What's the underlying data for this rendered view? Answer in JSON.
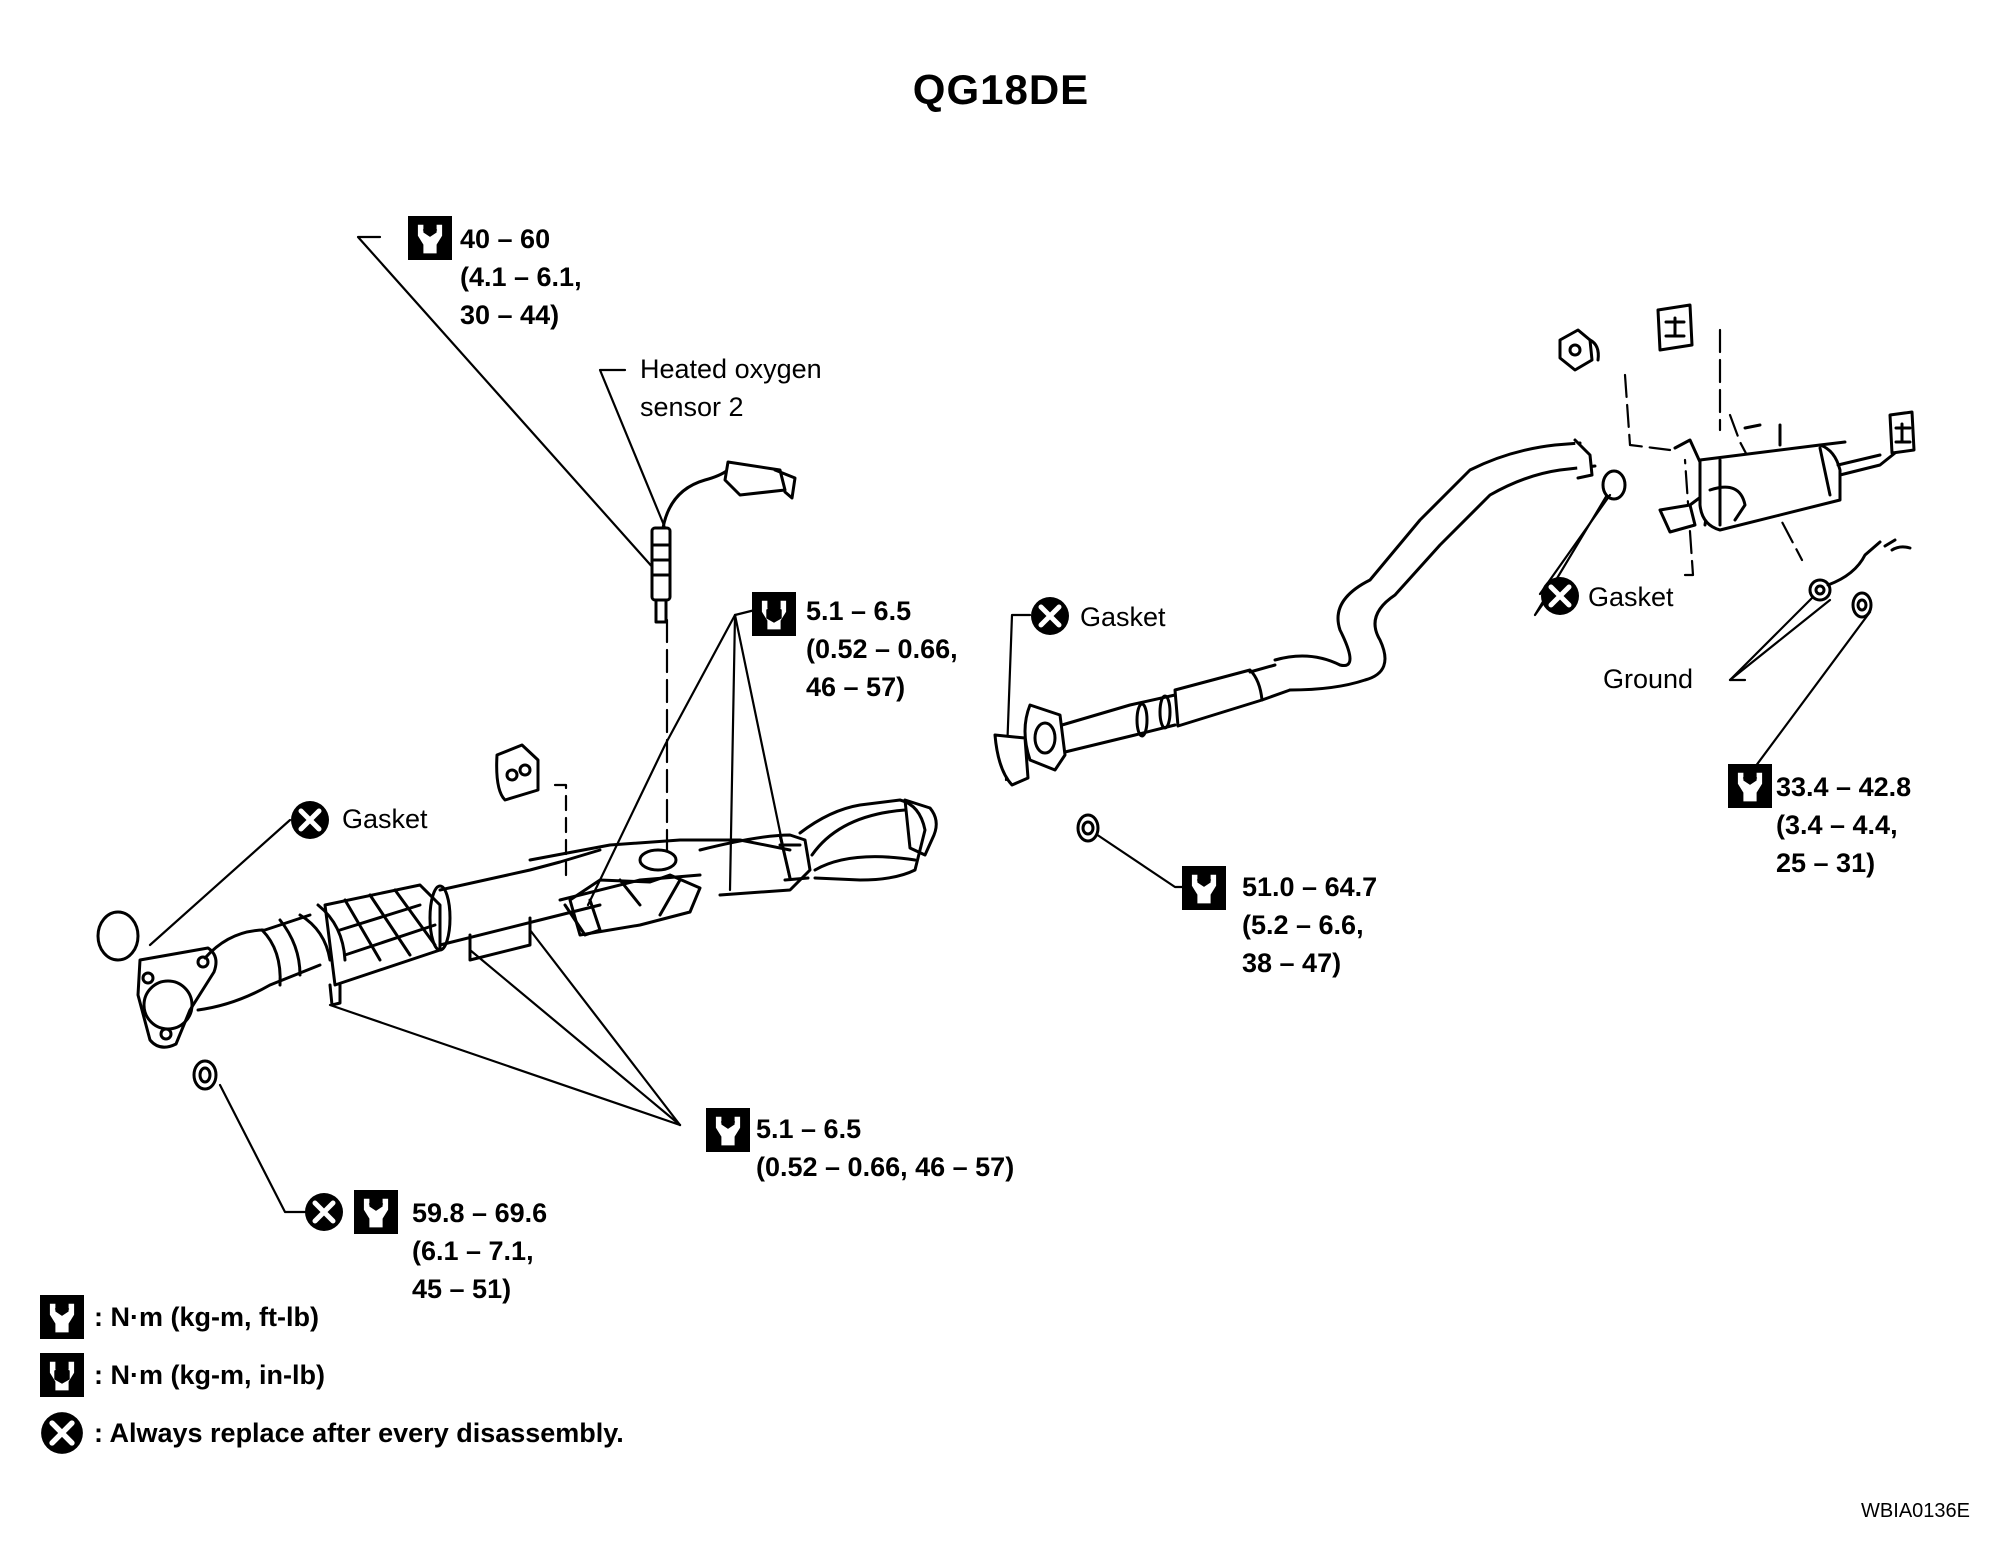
{
  "title": "QG18DE",
  "labels": {
    "sensor_torque": [
      "40 – 60",
      "(4.1 – 6.1,",
      "30 – 44)"
    ],
    "sensor_name": [
      "Heated oxygen",
      "sensor 2"
    ],
    "bracket_torque_top": [
      "5.1 – 6.5",
      "(0.52 – 0.66,",
      " 46 – 57)"
    ],
    "gasket": "Gasket",
    "bracket_torque_bottom": [
      "5.1 – 6.5",
      "(0.52 – 0.66, 46 – 57)"
    ],
    "front_nut_torque": [
      "59.8 – 69.6",
      "(6.1 – 7.1,",
      "45 – 51)"
    ],
    "center_nut_torque": [
      "51.0 – 64.7",
      "(5.2 – 6.6,",
      " 38 – 47)"
    ],
    "ground": "Ground",
    "ground_torque": [
      "33.4 – 42.8",
      "(3.4 – 4.4,",
      "25 – 31)"
    ]
  },
  "legend": [
    {
      "icon": "torque-wrench-ftlb-icon",
      "text": ": N·m (kg-m, ft-lb)"
    },
    {
      "icon": "torque-wrench-inlb-icon",
      "text": ": N·m (kg-m, in-lb)"
    },
    {
      "icon": "replace-x-icon",
      "text": ": Always replace after every disassembly."
    }
  ],
  "figure_code": "WBIA0136E"
}
